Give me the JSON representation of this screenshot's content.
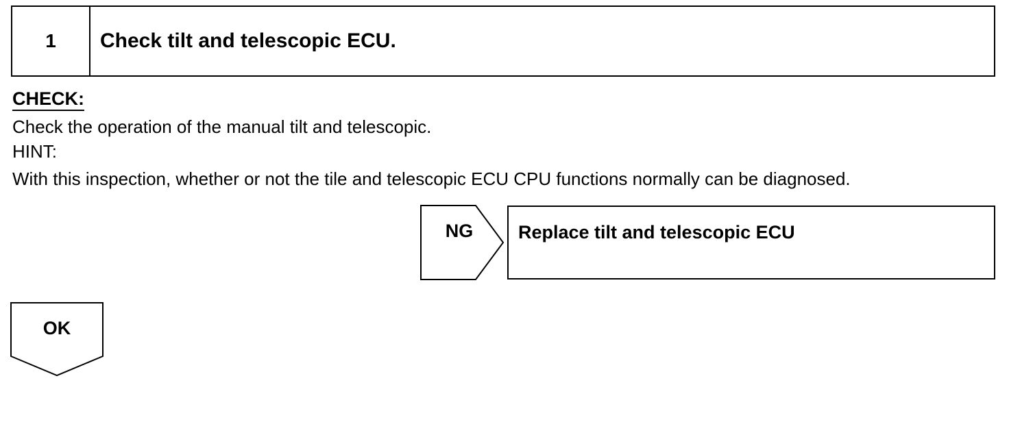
{
  "step": {
    "number": "1",
    "title": "Check tilt and telescopic ECU."
  },
  "check": {
    "heading": "CHECK:",
    "text": "Check the operation of the manual tilt and telescopic.",
    "hint_label": "HINT:",
    "hint_text": "With this inspection, whether or not the tile and telescopic ECU CPU functions normally can be diagnosed."
  },
  "ng_branch": {
    "label": "NG",
    "action": "Replace tilt and telescopic ECU"
  },
  "ok_branch": {
    "label": "OK"
  }
}
